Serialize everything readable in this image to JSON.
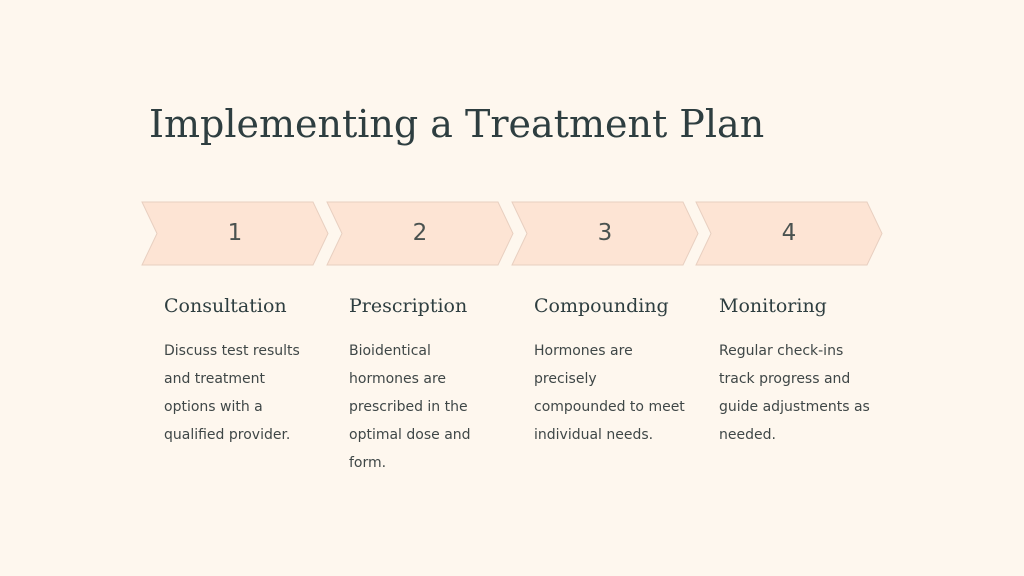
{
  "title": "Implementing a Treatment Plan",
  "colors": {
    "background": "#FEF7EE",
    "chevron_fill": "#FDE4D4",
    "chevron_stroke": "#E8CFC0",
    "title_text": "#2E3E40",
    "body_text": "#3F4747"
  },
  "steps": [
    {
      "number": "1",
      "title": "Consultation",
      "description": "Discuss test results and treatment options with a qualified provider."
    },
    {
      "number": "2",
      "title": "Prescription",
      "description": "Bioidentical hormones are prescribed in the optimal dose and form."
    },
    {
      "number": "3",
      "title": "Compounding",
      "description": "Hormones are precisely compounded to meet individual needs."
    },
    {
      "number": "4",
      "title": "Monitoring",
      "description": "Regular check-ins track progress and guide adjustments as needed."
    }
  ]
}
